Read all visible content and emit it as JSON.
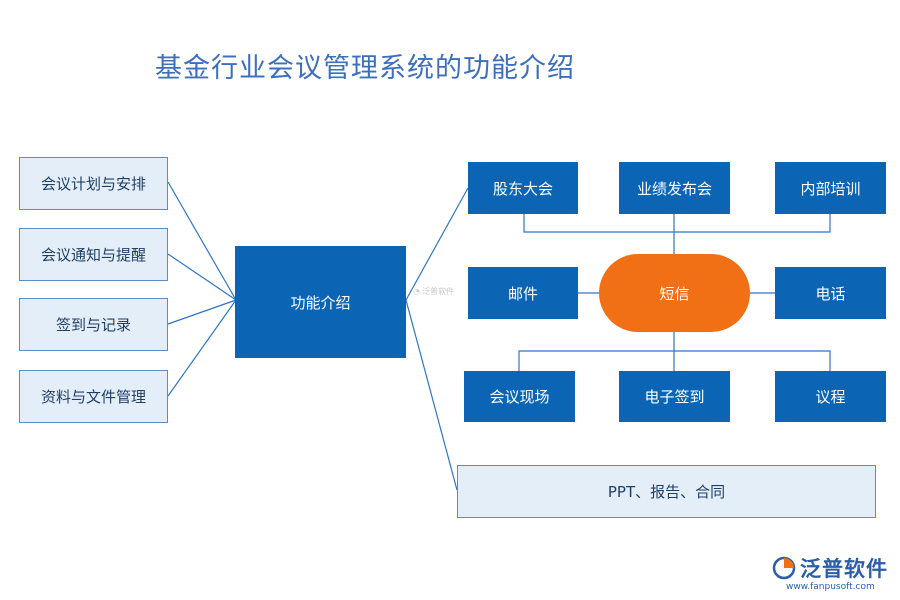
{
  "title": "基金行业会议管理系统的功能介绍",
  "left_items": [
    "会议计划与安排",
    "会议通知与提醒",
    "签到与记录",
    "资料与文件管理"
  ],
  "center": "功能介绍",
  "top_row": [
    "股东大会",
    "业绩发布会",
    "内部培训"
  ],
  "middle_row": {
    "left": "邮件",
    "hub": "短信",
    "right": "电话"
  },
  "bottom_row": [
    "会议现场",
    "电子签到",
    "议程"
  ],
  "documents": "PPT、报告、合同",
  "watermark": "泛普软件",
  "logo": {
    "name": "泛普软件",
    "url": "www.fanpusoft.com"
  },
  "colors": {
    "dark_box": "#0b64b4",
    "light_box": "#e4eef8",
    "hub": "#f27015",
    "line": "#2e75c7"
  }
}
